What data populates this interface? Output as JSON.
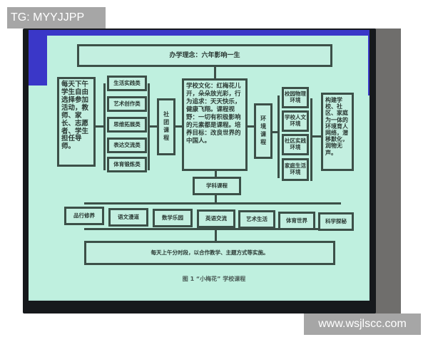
{
  "watermarks": {
    "top_left": "TG: MYYJJPP",
    "bottom_right": "www.wsjlscc.com"
  },
  "colors": {
    "slide_background": "#bff0df",
    "slide_accent_blue": "#3a37c8",
    "box_border": "#3c5048",
    "screen_frame": "#16191c"
  },
  "diagram": {
    "philosophy": "办学理念：六年影响一生",
    "left_note": "每天下午学生自由选择参加活动，教师、家长、志愿者、学生担任导师。",
    "club_categories": [
      "生活实践类",
      "艺术创作类",
      "思维拓展类",
      "表达交流类",
      "体育锻炼类"
    ],
    "club_course": "社团课程",
    "center_text": "学校文化：红梅花儿开，朵朵放光彩，行为追求：天天快乐，健康飞翔。课程视野：一切有积极影响的元素都是课程。培养目标：改良世界的中国人。",
    "environment_course": "环境课程",
    "environment_items": [
      "校园物理环境",
      "学校人文环境",
      "社区实践环境",
      "家庭生活环境"
    ],
    "right_note": "构建学校、社区、家庭为一体的环境育人网络，潜移默化，润物无声。",
    "subject_course": "学科课程",
    "subjects": [
      "品行修养",
      "语文漫道",
      "数学乐园",
      "英语交流",
      "艺术生活",
      "体育世界",
      "科学探秘"
    ],
    "bottom_note": "每天上午分时段，以合作教学、主题方式等实施。",
    "caption": "图 1 “小梅花” 学校课程"
  }
}
